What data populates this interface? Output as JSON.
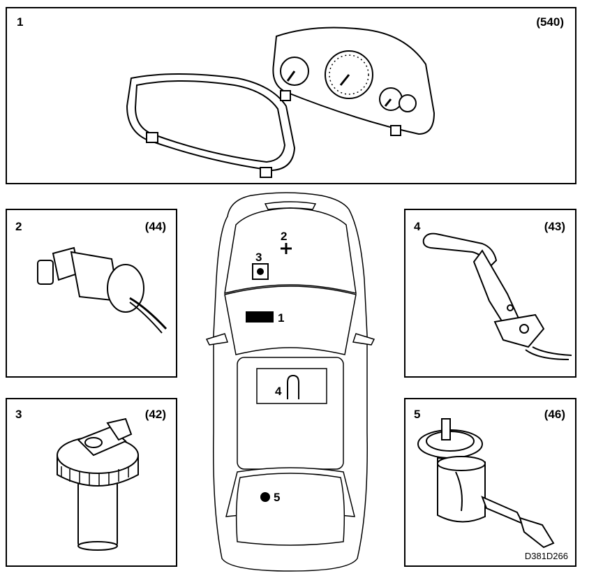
{
  "panels": [
    {
      "number": "1",
      "reference": "(540)",
      "component": "instrument-cluster"
    },
    {
      "number": "2",
      "reference": "(44)",
      "component": "pressure-switch"
    },
    {
      "number": "3",
      "reference": "(42)",
      "component": "fuel-sender-sensor"
    },
    {
      "number": "4",
      "reference": "(43)",
      "component": "handbrake-lever"
    },
    {
      "number": "5",
      "reference": "(46)",
      "component": "fuel-pump-module"
    }
  ],
  "car_markers": [
    {
      "label": "1",
      "symbol": "rectangle"
    },
    {
      "label": "2",
      "symbol": "cross"
    },
    {
      "label": "3",
      "symbol": "boxed-dot"
    },
    {
      "label": "4",
      "symbol": "lever"
    },
    {
      "label": "5",
      "symbol": "dot"
    }
  ],
  "diagram_code": "D381D266"
}
